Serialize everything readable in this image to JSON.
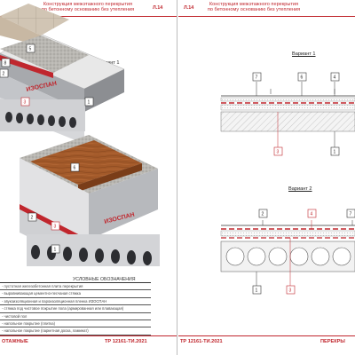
{
  "left_page": {
    "header": {
      "title_line1": "Конструкция межэтажного перекрытия",
      "title_line2": "по бетонному основанию без утепления",
      "code": "Л.14"
    },
    "variant_label": "Вариант 1",
    "brand_text": "ИЗОСПАН",
    "callouts_top": [
      "8",
      "5",
      "2",
      "3",
      "1"
    ],
    "callouts_bottom": [
      "6",
      "2",
      "3",
      "1"
    ],
    "legend_title": "УСЛОВНЫЕ ОБОЗНАЧЕНИЯ",
    "legend_items": [
      "- пустотная железобетонная плита перекрытия",
      "- выравнивающая цементно-песчаная стяжка",
      "- звукоизоляционная и пароизоляционная пленка ИЗОСПАН",
      "- стяжка под чистовое покрытие пола (армированная или плавающая)",
      "- чистовой пол",
      "- напольное покрытие (плитка)",
      "- напольное покрытие (паркетная доска, ламинат)"
    ],
    "footer_left": "ОТАЖНЫЕ",
    "footer_right": "ТР 12161-ТИ.2021"
  },
  "right_page": {
    "header": {
      "code": "Л.14",
      "title_line1": "Конструкция межэтажного перекрытия",
      "title_line2": "по бетонному основанию без утепления"
    },
    "variant1_label": "Вариант 1",
    "variant2_label": "Вариант 2",
    "v1_callouts_top": [
      "7",
      "6",
      "4"
    ],
    "v1_callouts_bottom": [
      "3",
      "1"
    ],
    "v2_callouts_top": [
      "2",
      "4",
      "7"
    ],
    "v2_callouts_bottom": [
      "1",
      "3"
    ],
    "footer_left": "ТР 12161-ТИ.2021",
    "footer_right": "ПЕРЕКРЫ"
  },
  "colors": {
    "accent": "#c0262d",
    "concrete": "#c9cbcf",
    "wood": "#a35a2a",
    "tile": "#cbbfae"
  }
}
